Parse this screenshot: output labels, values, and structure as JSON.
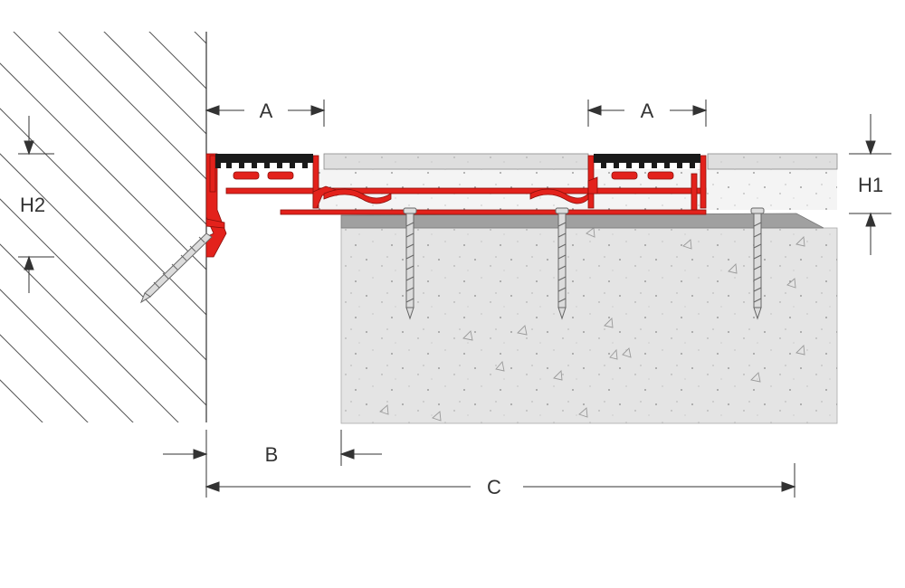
{
  "diagram": {
    "labels": {
      "a_left": "A",
      "a_right": "A",
      "h1": "H1",
      "h2": "H2",
      "b": "B",
      "c": "C"
    },
    "colors": {
      "profile_red": "#e3221c",
      "rubber_black": "#1a1a1a",
      "concrete": "#e4e4e4",
      "screed": "#f4f4f4",
      "wall_hatch": "#555555",
      "dimension_line": "#333333",
      "screw": "#d9d9d9"
    }
  }
}
